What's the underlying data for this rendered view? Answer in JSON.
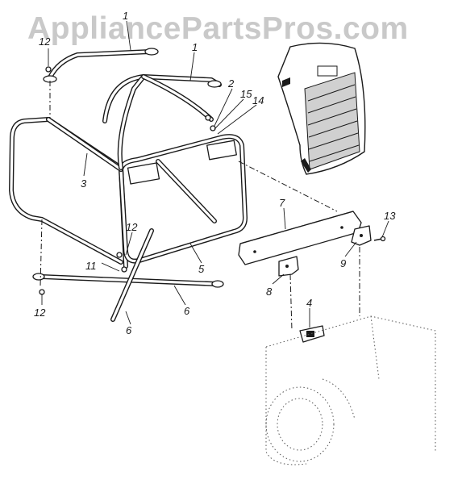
{
  "watermark": "AppliancePartsPros.com",
  "callouts": {
    "c1a": "1",
    "c1b": "1",
    "c2": "2",
    "c3": "3",
    "c4": "4",
    "c5": "5",
    "c6a": "6",
    "c6b": "6",
    "c7": "7",
    "c8": "8",
    "c9": "9",
    "c11": "11",
    "c12a": "12",
    "c12b": "12",
    "c12c": "12",
    "c13": "13",
    "c14": "14",
    "c15": "15"
  }
}
